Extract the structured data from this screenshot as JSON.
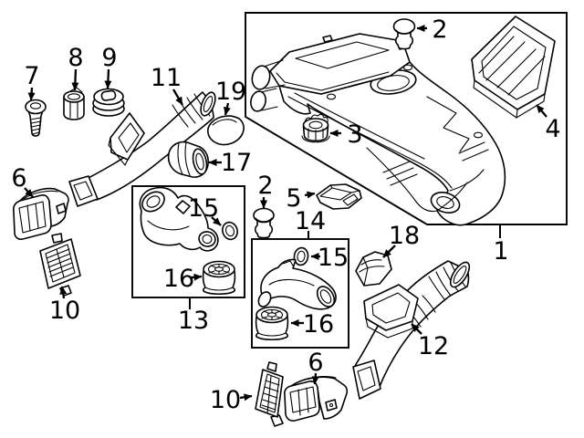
{
  "diagram": {
    "background": "#ffffff",
    "line_color": "#000000",
    "labels": {
      "p1": "1",
      "p2_top": "2",
      "p2_mid": "2",
      "p3": "3",
      "p4": "4",
      "p5": "5",
      "p6_left": "6",
      "p6_bottom": "6",
      "p7": "7",
      "p8": "8",
      "p9": "9",
      "p10_left": "10",
      "p10_bottom": "10",
      "p11": "11",
      "p12": "12",
      "p13": "13",
      "p14": "14",
      "p15_box13": "15",
      "p15_box14": "15",
      "p16_box13": "16",
      "p16_box14": "16",
      "p17": "17",
      "p18": "18",
      "p19": "19"
    }
  }
}
